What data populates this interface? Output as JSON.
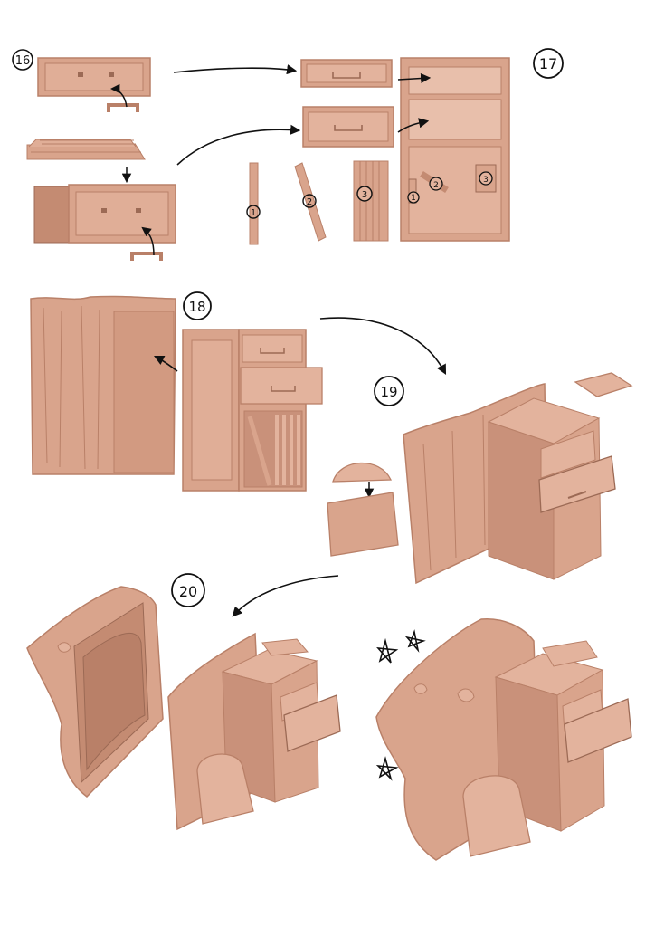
{
  "steps": {
    "s16": "16",
    "s17": "17",
    "s18": "18",
    "s19": "19",
    "s20": "20"
  },
  "part_labels": {
    "p1": "1",
    "p2": "2",
    "p3": "3",
    "p1b": "1",
    "p2b": "2",
    "p3b": "3"
  },
  "colors": {
    "wood": "#d9a48c",
    "wood_dark": "#b98068",
    "wood_light": "#e9c2af",
    "shadow": "#9c6a55",
    "ink": "#111111"
  }
}
